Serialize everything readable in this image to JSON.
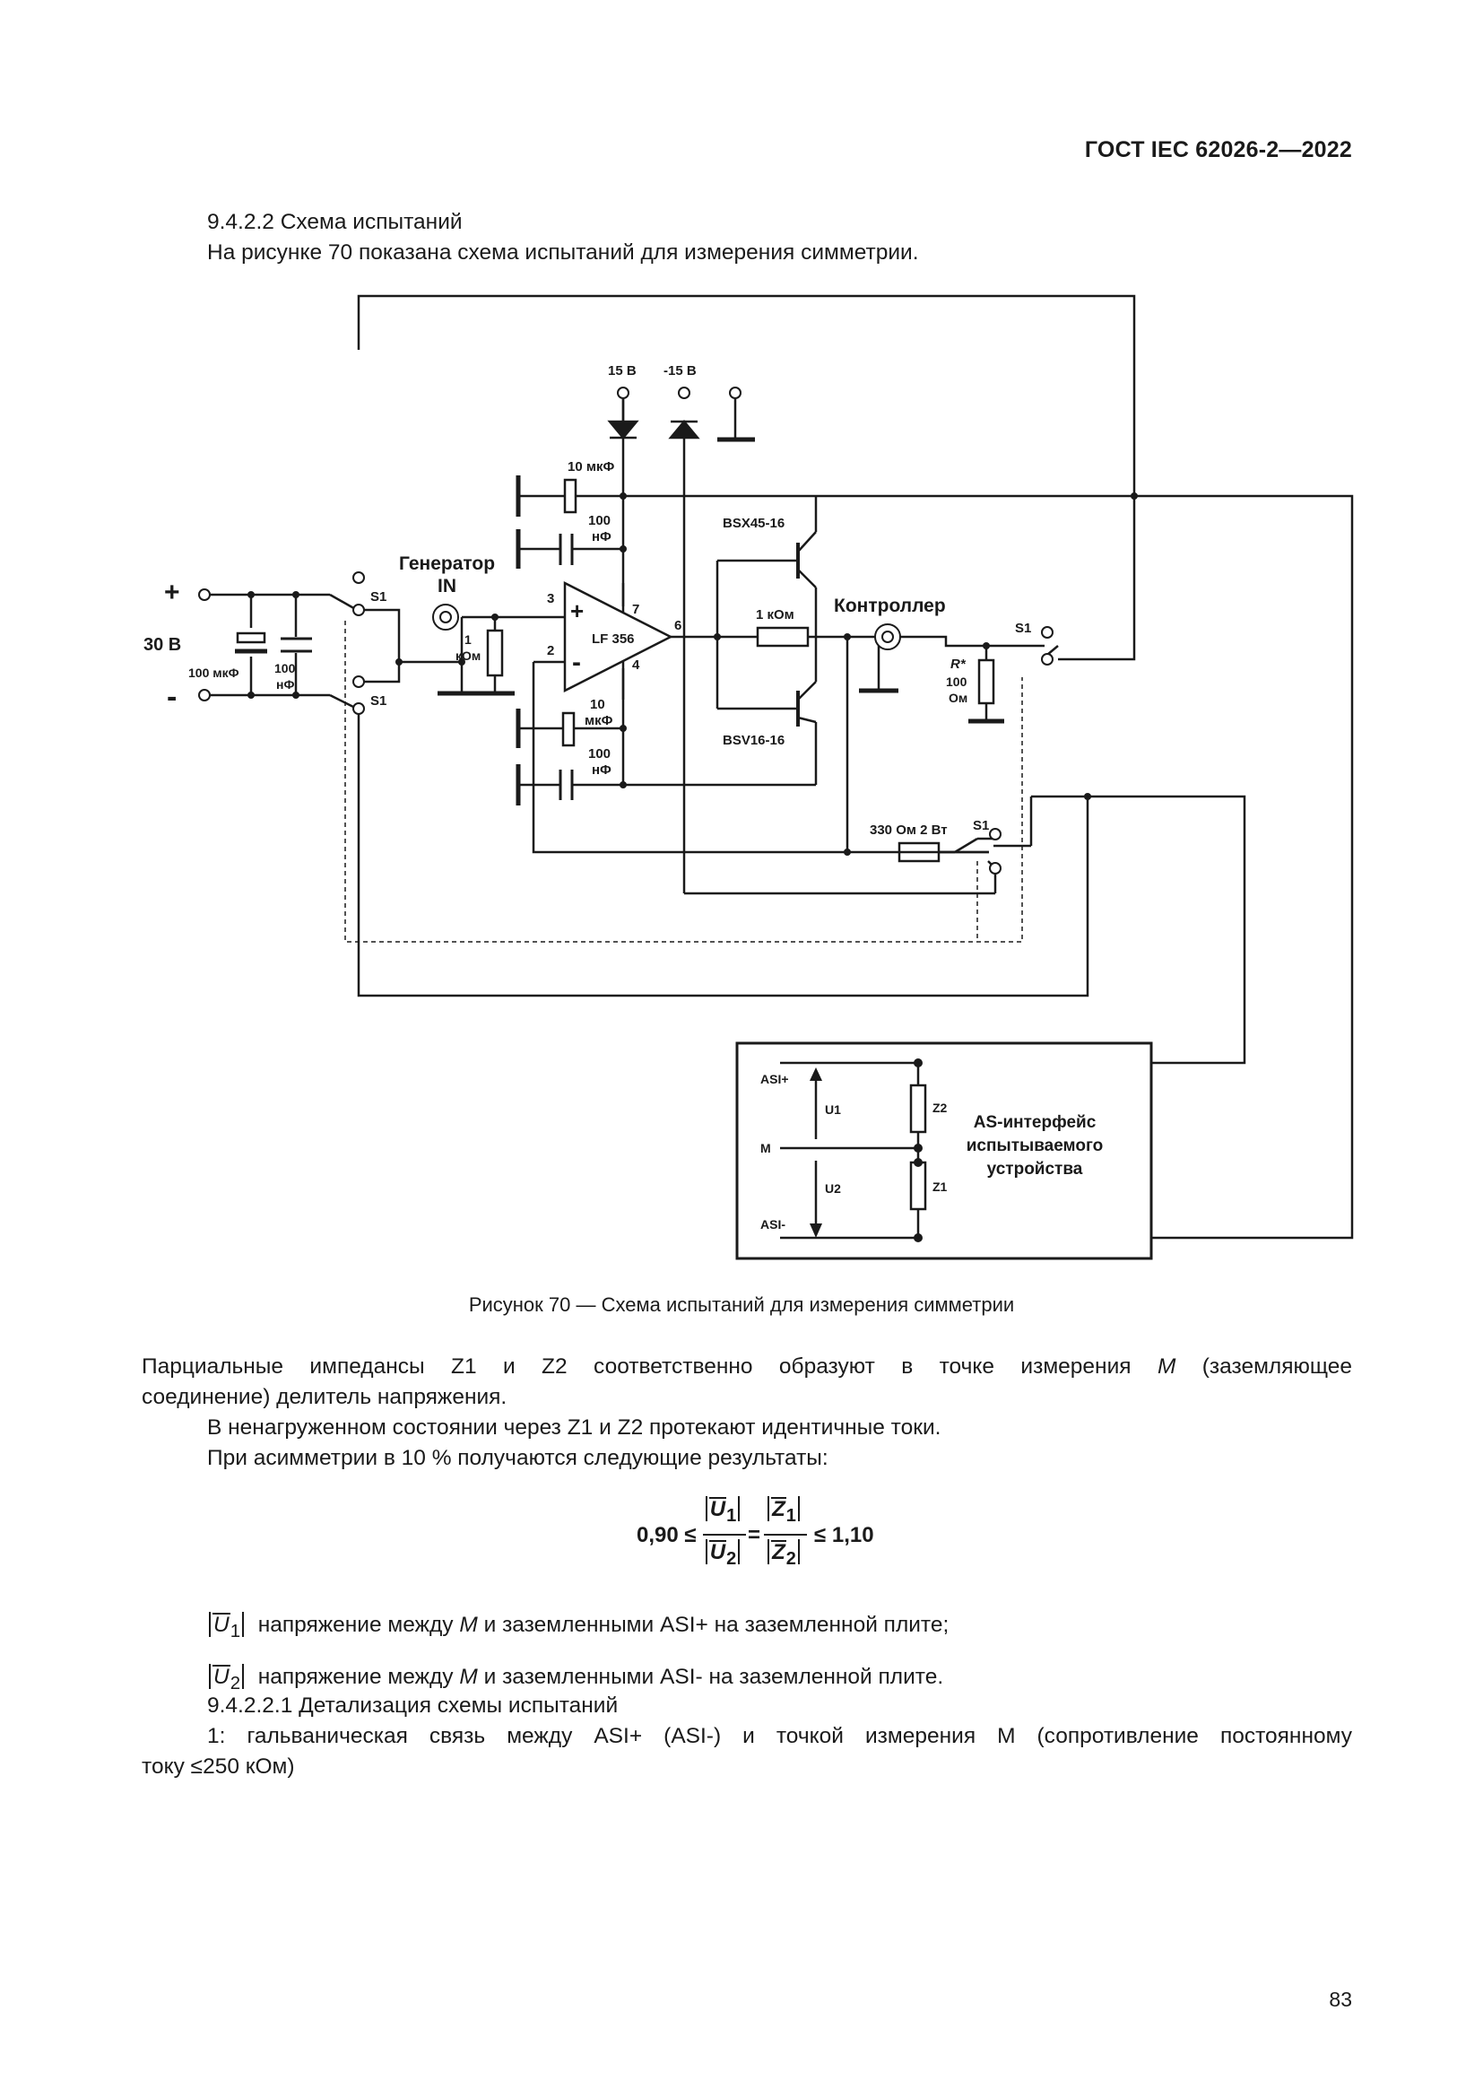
{
  "header": {
    "doc_id": "ГОСТ IEC 62026-2—2022"
  },
  "intro": {
    "section": "9.4.2.2 Схема испытаний",
    "text": "На рисунке 70 показана схема испытаний для измерения симметрии."
  },
  "figure": {
    "caption": "Рисунок 70 — Схема испытаний для измерения симметрии",
    "labels": {
      "v15": "15 В",
      "vm15": "-15 В",
      "c10uf_top": "10 мкФ",
      "c100nf_top_a": "100",
      "c100nf_top_b": "нФ",
      "plus": "+",
      "minus": "-",
      "v30": "30 В",
      "c100uf": "100 мкФ",
      "c100nf_left_a": "100",
      "c100nf_left_b": "нФ",
      "s1_a": "S1",
      "s1_b": "S1",
      "generator_a": "Генератор",
      "generator_b": "IN",
      "r1k_a": "1",
      "r1k_b": "кОм",
      "pin3": "3",
      "pin2": "2",
      "pin7": "7",
      "pin6": "6",
      "pin4": "4",
      "opamp_plus": "+",
      "opamp_minus": "-",
      "opamp_name": "LF 356",
      "c10uf_bot_a": "10",
      "c10uf_bot_b": "мкФ",
      "c100nf_bot_a": "100",
      "c100nf_bot_b": "нФ",
      "t1": "BSX45-16",
      "t2": "BSV16-16",
      "r_1kohm": "1 кОм",
      "controller": "Контроллер",
      "s1_c": "S1",
      "rstar": "R*",
      "r100_a": "100",
      "r100_b": "Ом",
      "r330": "330 Ом 2 Вт",
      "s1_d": "S1",
      "asi_plus": "ASI+",
      "asi_minus": "ASI-",
      "u1": "U1",
      "u2": "U2",
      "m": "M",
      "z1": "Z1",
      "z2": "Z2",
      "box_title_1": "AS-интерфейс",
      "box_title_2": "испытываемого",
      "box_title_3": "устройства"
    }
  },
  "body": {
    "p1": "Парциальные импедансы Z1 и Z2 соответственно образуют в точке измерения",
    "p1_m": "M",
    "p1_end": "(заземляющее",
    "p1_line2": "соединение) делитель напряжения.",
    "p2": "В ненагруженном состоянии через Z1 и Z2 протекают идентичные токи.",
    "p3": "При асимметрии в 10 % получаются следующие результаты:",
    "formula": {
      "lower": "0,90 ≤",
      "eq": "=",
      "upper": "≤ 1,10",
      "u1": "U",
      "u1_sub": "1",
      "u2": "U",
      "u2_sub": "2",
      "z1": "Z",
      "z1_sub": "1",
      "z2": "Z",
      "z2_sub": "2"
    },
    "def1_sym": "U",
    "def1_sub": "1",
    "def1_a": "напряжение между",
    "def1_m": "M",
    "def1_b": "и заземленными ASI+ на заземленной плите;",
    "def2_sym": "U",
    "def2_sub": "2",
    "def2_a": "напряжение между",
    "def2_m": "M",
    "def2_b": "и заземленными ASI- на заземленной плите.",
    "section2": "9.4.2.2.1 Детализация схемы испытаний",
    "p4_line1": "1: гальваническая связь между ASI+ (ASI-) и точкой измерения M (сопротивление постоянному",
    "p4_line2": "току ≤250 кОм)"
  },
  "page_number": "83"
}
